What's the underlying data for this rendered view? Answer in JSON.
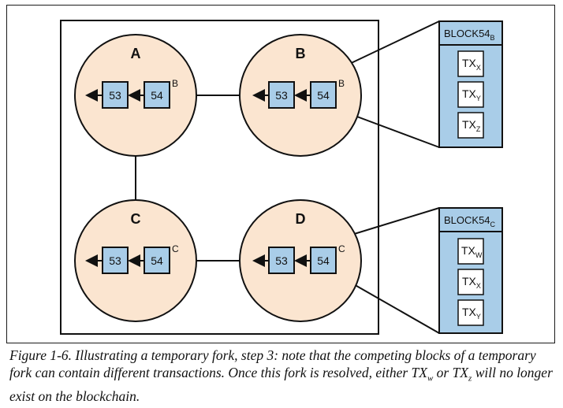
{
  "diagram": {
    "nodes": [
      {
        "id": "A",
        "label": "A",
        "block_prev": "53",
        "block_tip": "54",
        "tip_suffix": "B"
      },
      {
        "id": "B",
        "label": "B",
        "block_prev": "53",
        "block_tip": "54",
        "tip_suffix": "B"
      },
      {
        "id": "C",
        "label": "C",
        "block_prev": "53",
        "block_tip": "54",
        "tip_suffix": "C"
      },
      {
        "id": "D",
        "label": "D",
        "block_prev": "53",
        "block_tip": "54",
        "tip_suffix": "C"
      }
    ],
    "block_details": [
      {
        "title": "BLOCK54",
        "title_sub": "B",
        "txs": [
          {
            "name": "TX",
            "sub": "X"
          },
          {
            "name": "TX",
            "sub": "Y"
          },
          {
            "name": "TX",
            "sub": "Z"
          }
        ]
      },
      {
        "title": "BLOCK54",
        "title_sub": "C",
        "txs": [
          {
            "name": "TX",
            "sub": "W"
          },
          {
            "name": "TX",
            "sub": "X"
          },
          {
            "name": "TX",
            "sub": "Y"
          }
        ]
      }
    ],
    "colors": {
      "node_fill": "#fbe5d0",
      "block_fill": "#a9cde8",
      "stroke": "#111111"
    }
  },
  "caption": {
    "part1": "Figure 1-6. Illustrating a temporary fork, step 3: note that the competing blocks of a temporary fork can contain different transactions. Once this fork is resolved, either TX",
    "sub1": "w",
    "part2": " or TX",
    "sub2": "z",
    "part3": " will no longer exist on the blockchain."
  }
}
